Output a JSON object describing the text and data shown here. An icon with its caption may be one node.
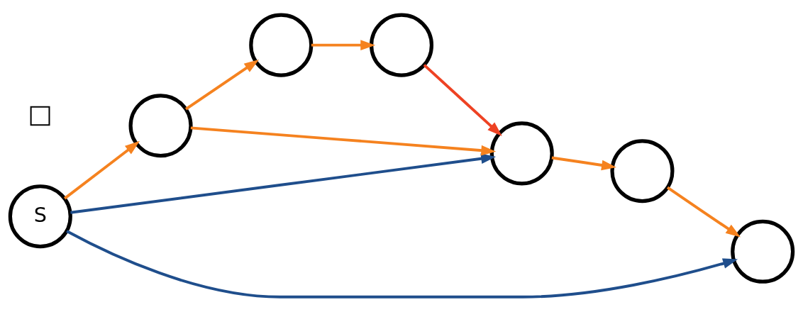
{
  "diagram": {
    "nodes": [
      {
        "text": [
          "S"
        ]
      },
      {
        "text": [],
        "shape": "circle"
      },
      {
        "text": [],
        "shape": "circle"
      },
      {
        "text": [],
        "shape": "circle"
      },
      {
        "text": [],
        "shape": "circle"
      },
      {
        "text": [],
        "shape": "circle"
      },
      {
        "text": [],
        "shape": "circle"
      }
    ],
    "edges": [
      {
        "from": 0,
        "to": 3,
        "arrow": "to"
      },
      {
        "from": 3,
        "to": 1,
        "arrow": "to"
      },
      {
        "from": 1,
        "to": 2,
        "arrow": "to"
      },
      {
        "from": 2,
        "to": 4,
        "arrow": "to",
        "color": "#ee4223"
      },
      {
        "from": 3,
        "to": 4,
        "arrow": "to"
      },
      {
        "from": 4,
        "to": 5,
        "arrow": "to"
      },
      {
        "from": 5,
        "to": 6,
        "arrow": "to"
      },
      {
        "from": 0,
        "to": 4,
        "arrow": "to",
        "color": "#1f4e8c"
      },
      {
        "from": 0,
        "to": 6,
        "arrow": "to",
        "color": "#1f4e8c"
      }
    ],
    "labels": [
      "□"
    ]
  }
}
